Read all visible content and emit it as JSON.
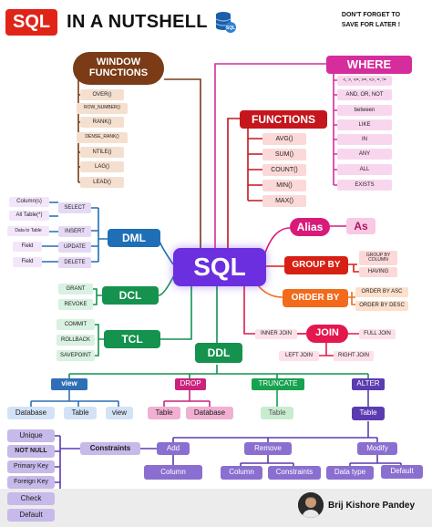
{
  "header": {
    "title_badge": "SQL",
    "title_rest": "IN A NUTSHELL",
    "reminder_line1": "DON'T FORGET TO",
    "reminder_line2": "SAVE FOR LATER !"
  },
  "center": {
    "label": "SQL"
  },
  "window_functions": {
    "title": "WINDOW FUNCTIONS",
    "items": [
      "OVER()",
      "ROW_NUMBER()",
      "RANK()",
      "DENSE_RANK()",
      "NTILE()",
      "LAG()",
      "LEAD()"
    ]
  },
  "where": {
    "title": "WHERE",
    "operators": "<, >, <=, >=, <>, =, !=",
    "items": [
      "AND, OR, NOT",
      "between",
      "LIKE",
      "IN",
      "ANY",
      "ALL",
      "EXISTS"
    ]
  },
  "functions": {
    "title": "FUNCTIONS",
    "items": [
      "AVG()",
      "SUM()",
      "COUNT()",
      "MIN()",
      "MAX()"
    ]
  },
  "alias": {
    "title": "Alias",
    "keyword": "As"
  },
  "group_by": {
    "title": "GROUP BY",
    "items": [
      "GROUP BY COLUMN",
      "HAVING"
    ]
  },
  "order_by": {
    "title": "ORDER BY",
    "items": [
      "ORDER BY ASC",
      "ORDER BY DESC"
    ]
  },
  "join": {
    "title": "JOIN",
    "items": [
      "INNER JOIN",
      "FULL JOIN",
      "LEFT JOIN",
      "RIGHT JOIN"
    ]
  },
  "dml": {
    "title": "DML",
    "commands": [
      "SELECT",
      "INSERT",
      "UPDATE",
      "DELETE"
    ],
    "targets": [
      "Column(s)",
      "All Table(*)",
      "Data to Table",
      "Field",
      "Field"
    ]
  },
  "dcl": {
    "title": "DCL",
    "commands": [
      "GRANT",
      "REVOKE"
    ]
  },
  "tcl": {
    "title": "TCL",
    "commands": [
      "COMMIT",
      "ROLLBACK",
      "SAVEPOINT"
    ]
  },
  "ddl": {
    "title": "DDL",
    "commands": [
      "view",
      "DROP",
      "TRUNCATE",
      "ALTER"
    ],
    "view_items": [
      "Database",
      "Table",
      "view"
    ],
    "drop_items": [
      "Table",
      "Database"
    ],
    "truncate_items": [
      "Table"
    ],
    "alter_items": [
      "Table"
    ],
    "alter_ops": [
      "Add",
      "Remove",
      "Modify"
    ],
    "add_items": [
      "Constraints",
      "Column"
    ],
    "remove_items": [
      "Column",
      "Constraints"
    ],
    "modify_items": [
      "Data type",
      "Default"
    ],
    "constraints": [
      "Unique",
      "NOT NULL",
      "Primary Key",
      "Foreign Key",
      "Check",
      "Default"
    ]
  },
  "footer": {
    "author": "Brij Kishore Pandey"
  },
  "colors": {
    "window": "#7a3b16",
    "where": "#d52d9c",
    "functions": "#c4161c",
    "alias": "#d91a7a",
    "group_by": "#d81f14",
    "order_by": "#f26a1b",
    "join": "#e3184e",
    "dml": "#1e6fb5",
    "dcl": "#15924d",
    "tcl": "#15924d",
    "ddl": "#15924d",
    "sql": "#6b2fe0",
    "view": "#2f6fb6",
    "drop": "#c9237e",
    "truncate": "#17a24f",
    "alter": "#5b3bb0"
  }
}
